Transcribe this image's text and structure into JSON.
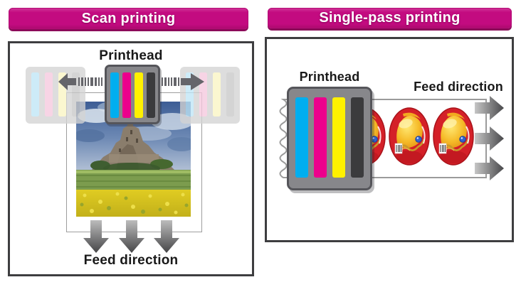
{
  "left_panel": {
    "title": "Scan printing",
    "printhead_label": "Printhead",
    "feed_direction_label": "Feed direction"
  },
  "right_panel": {
    "title": "Single-pass printing",
    "printhead_label": "Printhead",
    "feed_direction_label": "Feed direction",
    "printed_label_count": 3
  },
  "ink_bars": [
    {
      "name": "cyan",
      "hex": "#00AEEF"
    },
    {
      "name": "magenta",
      "hex": "#EC008C"
    },
    {
      "name": "yellow",
      "hex": "#FFF100"
    },
    {
      "name": "black",
      "hex": "#3B3B3D"
    }
  ],
  "colors": {
    "banner_magenta": "#C30B80",
    "banner_shadow": "#8C0A59",
    "diagram_border": "#3E3E40",
    "printhead_body": "#87878B",
    "printhead_border": "#55555A",
    "ghost_printhead": "#D4D4D4",
    "arrow_gray": "#65656A",
    "web_strip_outline": "#9B9B9B",
    "label_red": "#D42028"
  },
  "icons": {
    "scan_arrow_left": "arrow-left with dashed trail",
    "scan_arrow_right": "arrow-right with dashed trail",
    "feed_down_arrows": "three downward gradient arrows",
    "feed_right_arrows": "three rightward gradient arrows",
    "photo": "printed photo: castle hill over yellow flower field",
    "printed_label": "oval red and gold product label",
    "web_edge": "wavy torn edge of continuous media web"
  }
}
